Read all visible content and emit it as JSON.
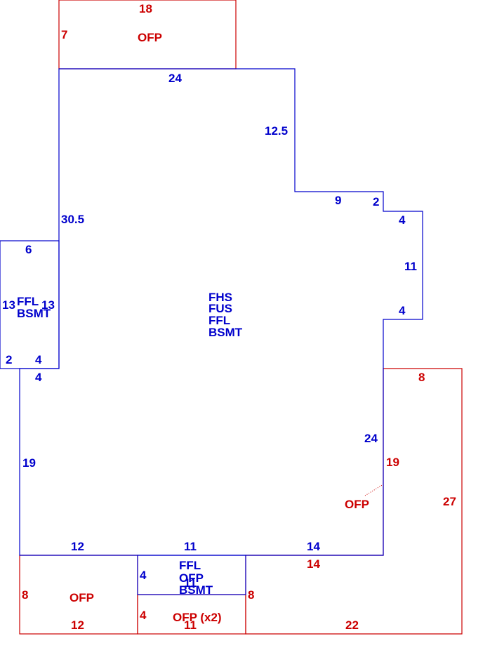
{
  "colors": {
    "living": "#0000cc",
    "porch": "#cc0000"
  },
  "top_porch": {
    "label": "OFP",
    "width": "18",
    "depth": "7"
  },
  "main": {
    "labels": [
      "FHS",
      "FUS",
      "FFL",
      "BSMT"
    ],
    "dims": {
      "top": "24",
      "right_upper": "12.5",
      "step_a": "9",
      "step_b": "2",
      "step_c": "4",
      "bump": "11",
      "step_d": "4",
      "right_lower": "24",
      "left_upper": "30.5",
      "left_lower": "19",
      "bottom_left": "12",
      "bottom_mid": "11",
      "bottom_right": "14",
      "notch": "4"
    }
  },
  "left_wing": {
    "labels": [
      "FFL",
      "BSMT"
    ],
    "top": "6",
    "left": "13",
    "right": "13",
    "bottom_left": "2",
    "bottom_right": "4"
  },
  "bottom_inset": {
    "labels": [
      "FFL",
      "OFP",
      "BSMT"
    ],
    "side": "4",
    "overlap_text": "11"
  },
  "porch_left": {
    "label": "OFP",
    "width": "12",
    "depth": "8"
  },
  "porch_mid": {
    "label": "OFP (x2)",
    "width": "11",
    "depth": "4",
    "right": "8"
  },
  "porch_right": {
    "label": "OFP",
    "top": "8",
    "left": "19",
    "right": "27",
    "inner": "14",
    "bottom": "22"
  }
}
